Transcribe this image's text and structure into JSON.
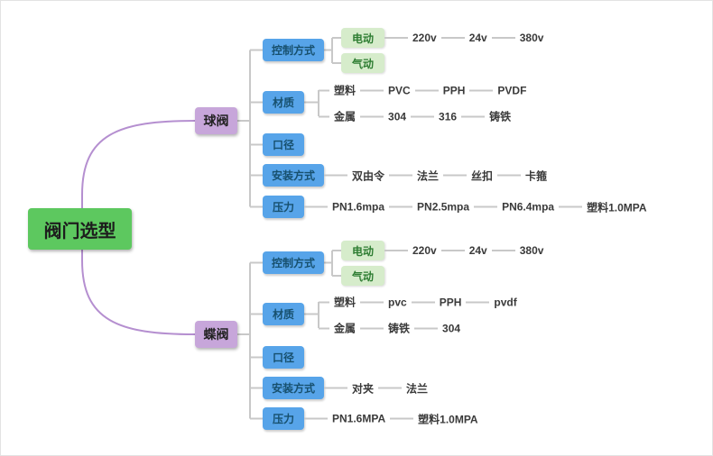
{
  "root": {
    "label": "阀门选型"
  },
  "branches": [
    {
      "label": "球阀",
      "control": {
        "label": "控制方式",
        "modes": [
          {
            "label": "电动"
          },
          {
            "label": "气动"
          }
        ],
        "voltages": [
          "220v",
          "24v",
          "380v"
        ]
      },
      "material": {
        "label": "材质",
        "plastic": {
          "label": "塑料",
          "chain": [
            "PVC",
            "PPH",
            "PVDF"
          ]
        },
        "metal": {
          "label": "金属",
          "chain": [
            "304",
            "316",
            "铸铁"
          ]
        }
      },
      "diameter": {
        "label": "口径"
      },
      "install": {
        "label": "安装方式",
        "chain": [
          "双由令",
          "法兰",
          "丝扣",
          "卡箍"
        ]
      },
      "pressure": {
        "label": "压力",
        "chain": [
          "PN1.6mpa",
          "PN2.5mpa",
          "PN6.4mpa",
          "塑料1.0MPA"
        ]
      }
    },
    {
      "label": "蝶阀",
      "control": {
        "label": "控制方式",
        "modes": [
          {
            "label": "电动"
          },
          {
            "label": "气动"
          }
        ],
        "voltages": [
          "220v",
          "24v",
          "380v"
        ]
      },
      "material": {
        "label": "材质",
        "plastic": {
          "label": "塑料",
          "chain": [
            "pvc",
            "PPH",
            "pvdf"
          ]
        },
        "metal": {
          "label": "金属",
          "chain": [
            "铸铁",
            "304"
          ]
        }
      },
      "diameter": {
        "label": "口径"
      },
      "install": {
        "label": "安装方式",
        "chain": [
          "对夹",
          "法兰"
        ]
      },
      "pressure": {
        "label": "压力",
        "chain": [
          "PN1.6MPA",
          "塑料1.0MPA"
        ]
      }
    }
  ],
  "colors": {
    "root_bg": "#5dc85f",
    "branch_bg": "#c7a6da",
    "category_bg": "#57a4e9",
    "mode_bg": "#d6eccb",
    "connector": "#c8c8c8",
    "branch_connector": "#b58fd0"
  }
}
